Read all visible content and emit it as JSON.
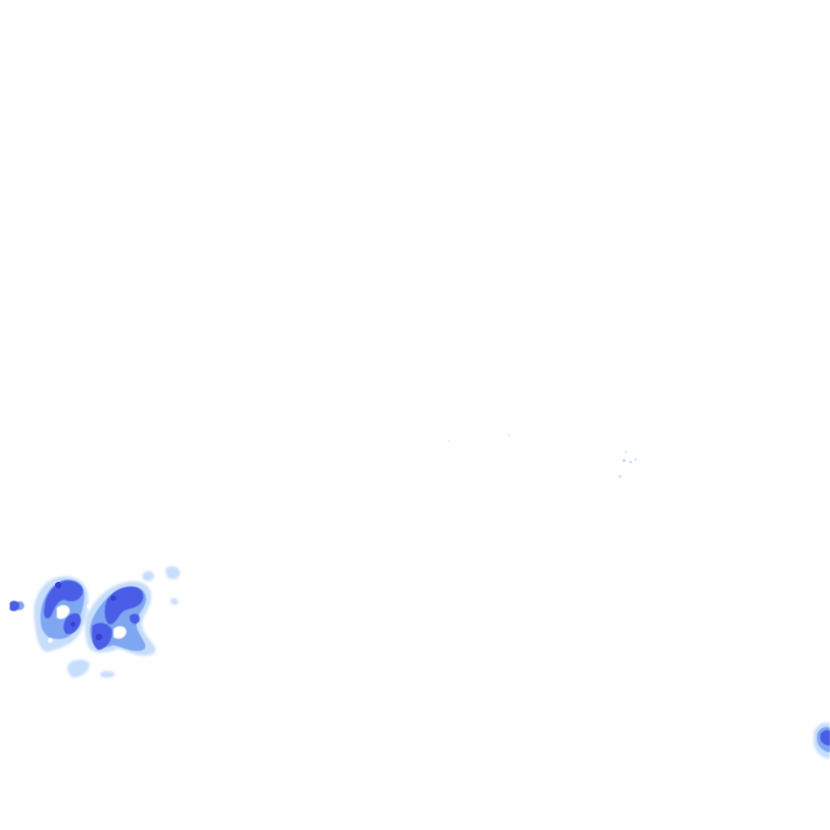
{
  "map": {
    "layer": "precipitation-radar-overlay",
    "background_color": "#ffffff",
    "intensity_colors": {
      "light": "#c6ddfb",
      "moderate": "#7fa6f1",
      "heavy": "#4a5de6",
      "intense": "#3a3fd4"
    },
    "echo_clusters": [
      "west-cluster",
      "southeast-edge-cell",
      "central-faint-specks"
    ]
  }
}
